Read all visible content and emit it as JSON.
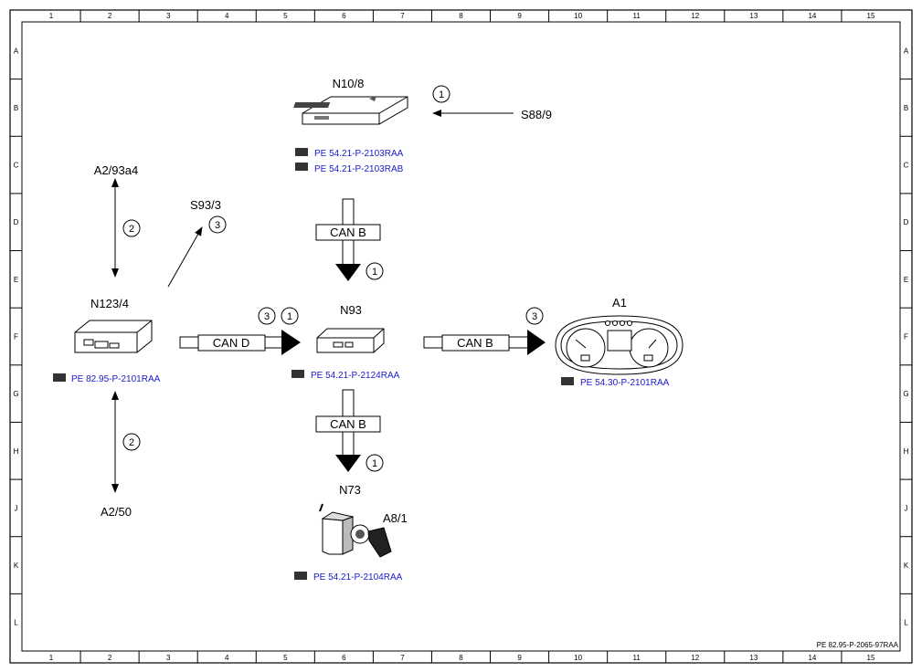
{
  "grid": {
    "columns": [
      "1",
      "2",
      "3",
      "4",
      "5",
      "6",
      "7",
      "8",
      "9",
      "10",
      "11",
      "12",
      "13",
      "14",
      "15"
    ],
    "rows": [
      "A",
      "B",
      "C",
      "D",
      "E",
      "F",
      "G",
      "H",
      "J",
      "K",
      "L"
    ]
  },
  "components": {
    "n10_8": {
      "label": "N10/8",
      "refs": [
        "PE 54.21-P-2103RAA",
        "PE 54.21-P-2103RAB"
      ]
    },
    "s88_9": {
      "label": "S88/9"
    },
    "a2_93a4": {
      "label": "A2/93a4"
    },
    "s93_3": {
      "label": "S93/3"
    },
    "n123_4": {
      "label": "N123/4",
      "ref": "PE 82.95-P-2101RAA"
    },
    "n93": {
      "label": "N93",
      "ref": "PE 54.21-P-2124RAA"
    },
    "a1": {
      "label": "A1",
      "ref": "PE 54.30-P-2101RAA"
    },
    "n73": {
      "label": "N73",
      "ref": "PE 54.21-P-2104RAA"
    },
    "a8_1": {
      "label": "A8/1"
    },
    "a2_50": {
      "label": "A2/50"
    }
  },
  "buses": {
    "can_b_top": "CAN B",
    "can_d": "CAN D",
    "can_b_right": "CAN B",
    "can_b_bottom": "CAN B"
  },
  "markers": {
    "m1": "1",
    "m2": "2",
    "m3": "3"
  },
  "footer": "PE 82.95-P-2065-97RAA",
  "colors": {
    "reference_link": "#1a1acc",
    "line": "#000000"
  }
}
